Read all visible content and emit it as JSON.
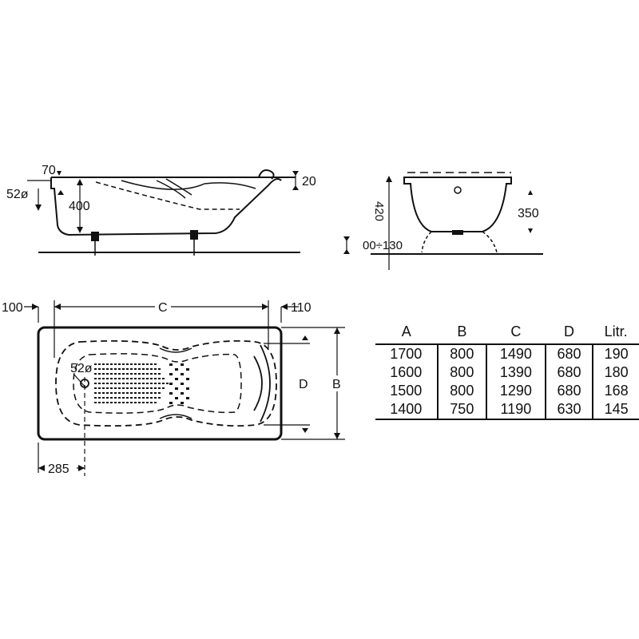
{
  "side_view": {
    "rim_offset": "70",
    "overflow_diameter": "52ø",
    "height": "400",
    "rim_lip": "20"
  },
  "end_view": {
    "total_height": "420",
    "inner_depth": "350",
    "foot_range": "00÷130"
  },
  "top_view": {
    "left_offset": "100",
    "length_label": "C",
    "right_offset": "110",
    "width_inner_label": "D",
    "width_outer_label": "B",
    "drain_diameter": "52ø",
    "drain_offset": "285"
  },
  "table": {
    "headers": [
      "A",
      "B",
      "C",
      "D",
      "Litr."
    ],
    "rows": [
      [
        "1700",
        "800",
        "1490",
        "680",
        "190"
      ],
      [
        "1600",
        "800",
        "1390",
        "680",
        "180"
      ],
      [
        "1500",
        "800",
        "1290",
        "680",
        "168"
      ],
      [
        "1400",
        "750",
        "1190",
        "630",
        "145"
      ]
    ]
  }
}
